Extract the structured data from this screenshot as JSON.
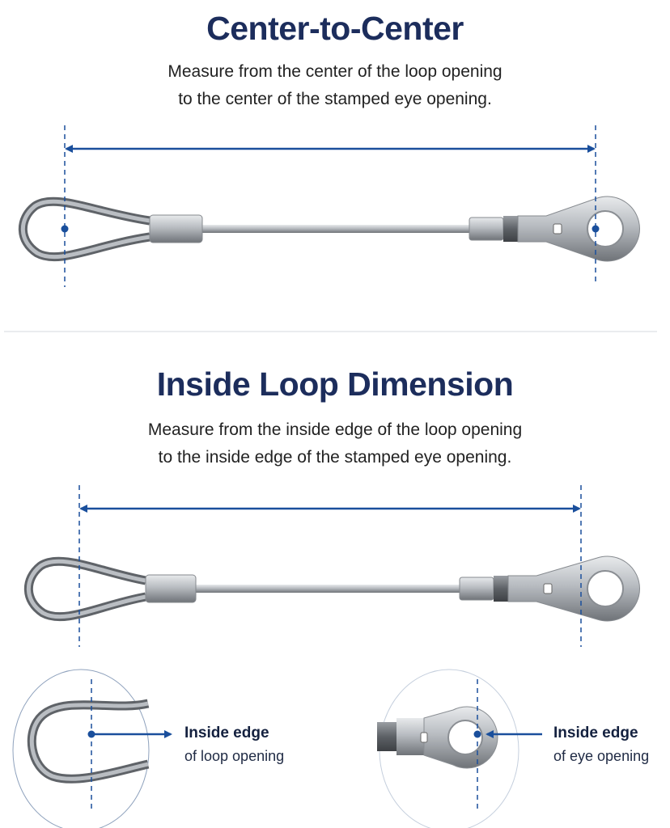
{
  "section1": {
    "title": "Center-to-Center",
    "subtitle_line1": "Measure from the center of the loop opening",
    "subtitle_line2": "to the center of the stamped eye opening."
  },
  "section2": {
    "title": "Inside Loop Dimension",
    "subtitle_line1": "Measure from the inside edge of the loop opening",
    "subtitle_line2": "to the inside edge of the stamped eye opening."
  },
  "callouts": {
    "loop": {
      "heading": "Inside edge",
      "detail": "of loop opening"
    },
    "eye": {
      "heading": "Inside edge",
      "detail": "of eye opening"
    }
  },
  "colors": {
    "accent": "#1a4f9c",
    "title": "#1c2d5c",
    "divider": "#e3e6ea",
    "steel": "#a9adb3"
  }
}
